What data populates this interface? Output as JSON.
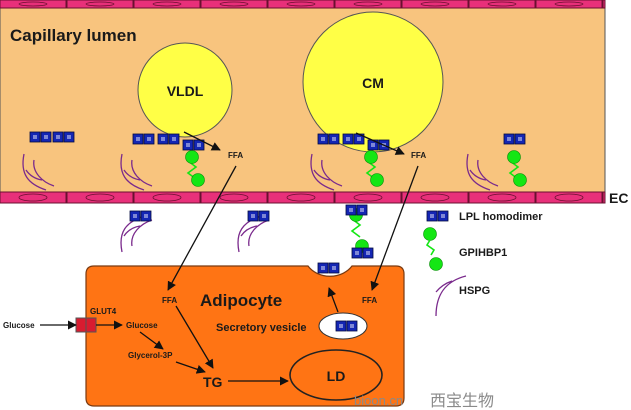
{
  "labels": {
    "capillary_lumen": "Capillary lumen",
    "vldl": "VLDL",
    "cm": "CM",
    "ffa": "FFA",
    "ec": "EC",
    "lpl_homodimer": "LPL homodimer",
    "gpihbp1": "GPIHBP1",
    "hspg": "HSPG",
    "adipocyte": "Adipocyte",
    "glut4": "GLUT4",
    "glucose": "Glucose",
    "glycerol_3p": "Glycerol-3P",
    "tg": "TG",
    "ld": "LD",
    "secretory_vesicle": "Secretory vesicle",
    "watermark_latin": "bioon.cn",
    "watermark_cn": "西宝生物"
  },
  "colors": {
    "lumen": "#f8c47e",
    "membrane": "#e8307a",
    "lipoprotein": "#ffff46",
    "lpl": "#1426b4",
    "gpihbp1": "#14e614",
    "hspg": "#7a2a8c",
    "adipocyte": "#ff7414",
    "glut4": "#d81c30"
  }
}
